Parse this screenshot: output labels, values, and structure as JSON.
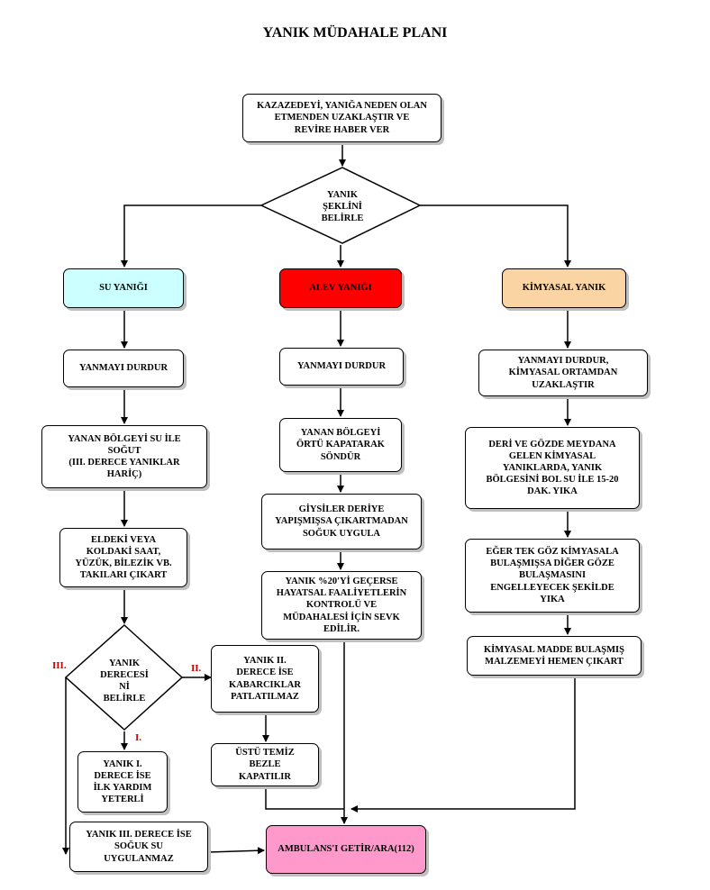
{
  "title": "YANIK MÜDAHALE PLANI",
  "colors": {
    "su": "#ccffff",
    "alev": "#ff0000",
    "kimyasal": "#fbd4a4",
    "ambulans": "#ff99cc"
  },
  "nodes": {
    "start": "KAZAZEDEYİ,  YANIĞA  NEDEN OLAN\nETMENDEN UZAKLAŞTIR  VE\nREVİRE  HABER VER",
    "decision1": "YANIK\nŞEKLİNİ\nBELİRLE",
    "su": {
      "header": "SU YANIĞI",
      "step1": "YANMAYI  DURDUR",
      "step2": "YANAN  BÖLGEYİ SU İLE\nSOĞUT\n(III. DERECE YANIKLAR\nHARİÇ)",
      "step3": "ELDEKİ VEYA\nKOLDAKİ SAAT,\nYÜZÜK,  BİLEZİK VB.\nTAKILARI  ÇIKART",
      "decision2": "YANIK\nDERECESİ\nNİ\nBELİRLE",
      "label_iii": "III.",
      "label_ii": "II.",
      "label_i": "I.",
      "degree1": "YANIK I.\nDERECE İSE\nİLK YARDIM\nYETERLİ",
      "degree2": "YANIK  II.\nDERECE  İSE\nKABARCIKLAR\nPATLATILMAZ",
      "degree2_next": "ÜSTÜ  TEMİZ\nBEZLE\nKAPATILIR",
      "degree3": "YANIK  III.  DERECE İSE\nSOĞUK SU\nUYGULANMAZ"
    },
    "alev": {
      "header": "ALEV YANIĞI",
      "step1": "YANMAYI  DURDUR",
      "step2": "YANAN  BÖLGEYİ\nÖRTÜ KAPATARAK\nSÖNDÜR",
      "step3": "GİYSİLER DERİYE\nYAPIŞMIŞSA  ÇIKARTMADAN\nSOĞUK UYGULA",
      "step4": "YANIK  %20'Yİ GEÇERSE\nHAYATSAL  FAALİYETLERİN\nKONTROLÜ VE\nMÜDAHALESİ  İÇİN SEVK\nEDİLİR."
    },
    "kimyasal": {
      "header": "KİMYASAL  YANIK",
      "step1": "YANMAYI  DURDUR,\nKİMYASAL  ORTAMDAN\nUZAKLAŞTIR",
      "step2": "DERİ VE GÖZDE MEYDANA\nGELEN KİMYASAL\nYANIKLARDA,  YANIK\nBÖLGESİNİ BOL SU İLE 15-20\nDAK.  YIKA",
      "step3": "EĞER TEK  GÖZ KİMYASALA\nBULAŞMIŞSA  DİĞER GÖZE\nBULAŞMASINI\nENGELLEYECEK ŞEKİLDE\nYIKA",
      "step4": "KİMYASAL  MADDE BULAŞMIŞ\nMALZEMEYİ  HEMEN ÇIKART"
    },
    "ambulans": "AMBULANS'I  GETİR/ARA(112)"
  }
}
